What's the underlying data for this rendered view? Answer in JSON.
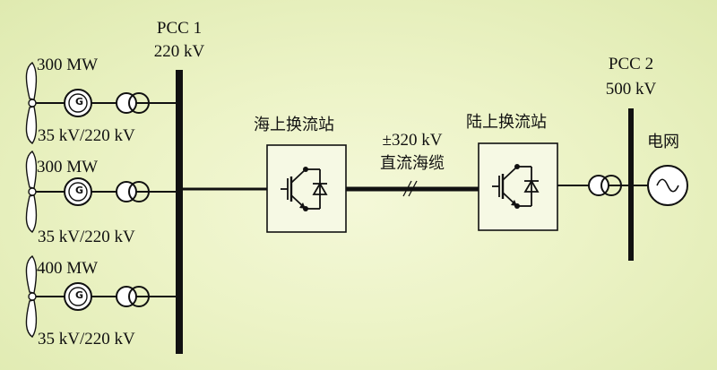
{
  "pcc1": {
    "name": "PCC 1",
    "voltage": "220 kV"
  },
  "pcc2": {
    "name": "PCC 2",
    "voltage": "500 kV"
  },
  "wind_units": [
    {
      "power": "300 MW",
      "transformer": "35 kV/220 kV",
      "generator_symbol": "G"
    },
    {
      "power": "300 MW",
      "transformer": "35 kV/220 kV",
      "generator_symbol": "G"
    },
    {
      "power": "400 MW",
      "transformer": "35 kV/220 kV",
      "generator_symbol": "G"
    }
  ],
  "offshore_station": "海上换流站",
  "onshore_station": "陆上换流站",
  "dc_cable": {
    "voltage": "±320 kV",
    "label": "直流海缆"
  },
  "grid": "电网",
  "colors": {
    "background": "#ecf3c6",
    "line": "#111111"
  },
  "icons": [
    "wind-turbine-icon",
    "generator-icon",
    "transformer-icon",
    "converter-icon",
    "ac-source-icon"
  ]
}
